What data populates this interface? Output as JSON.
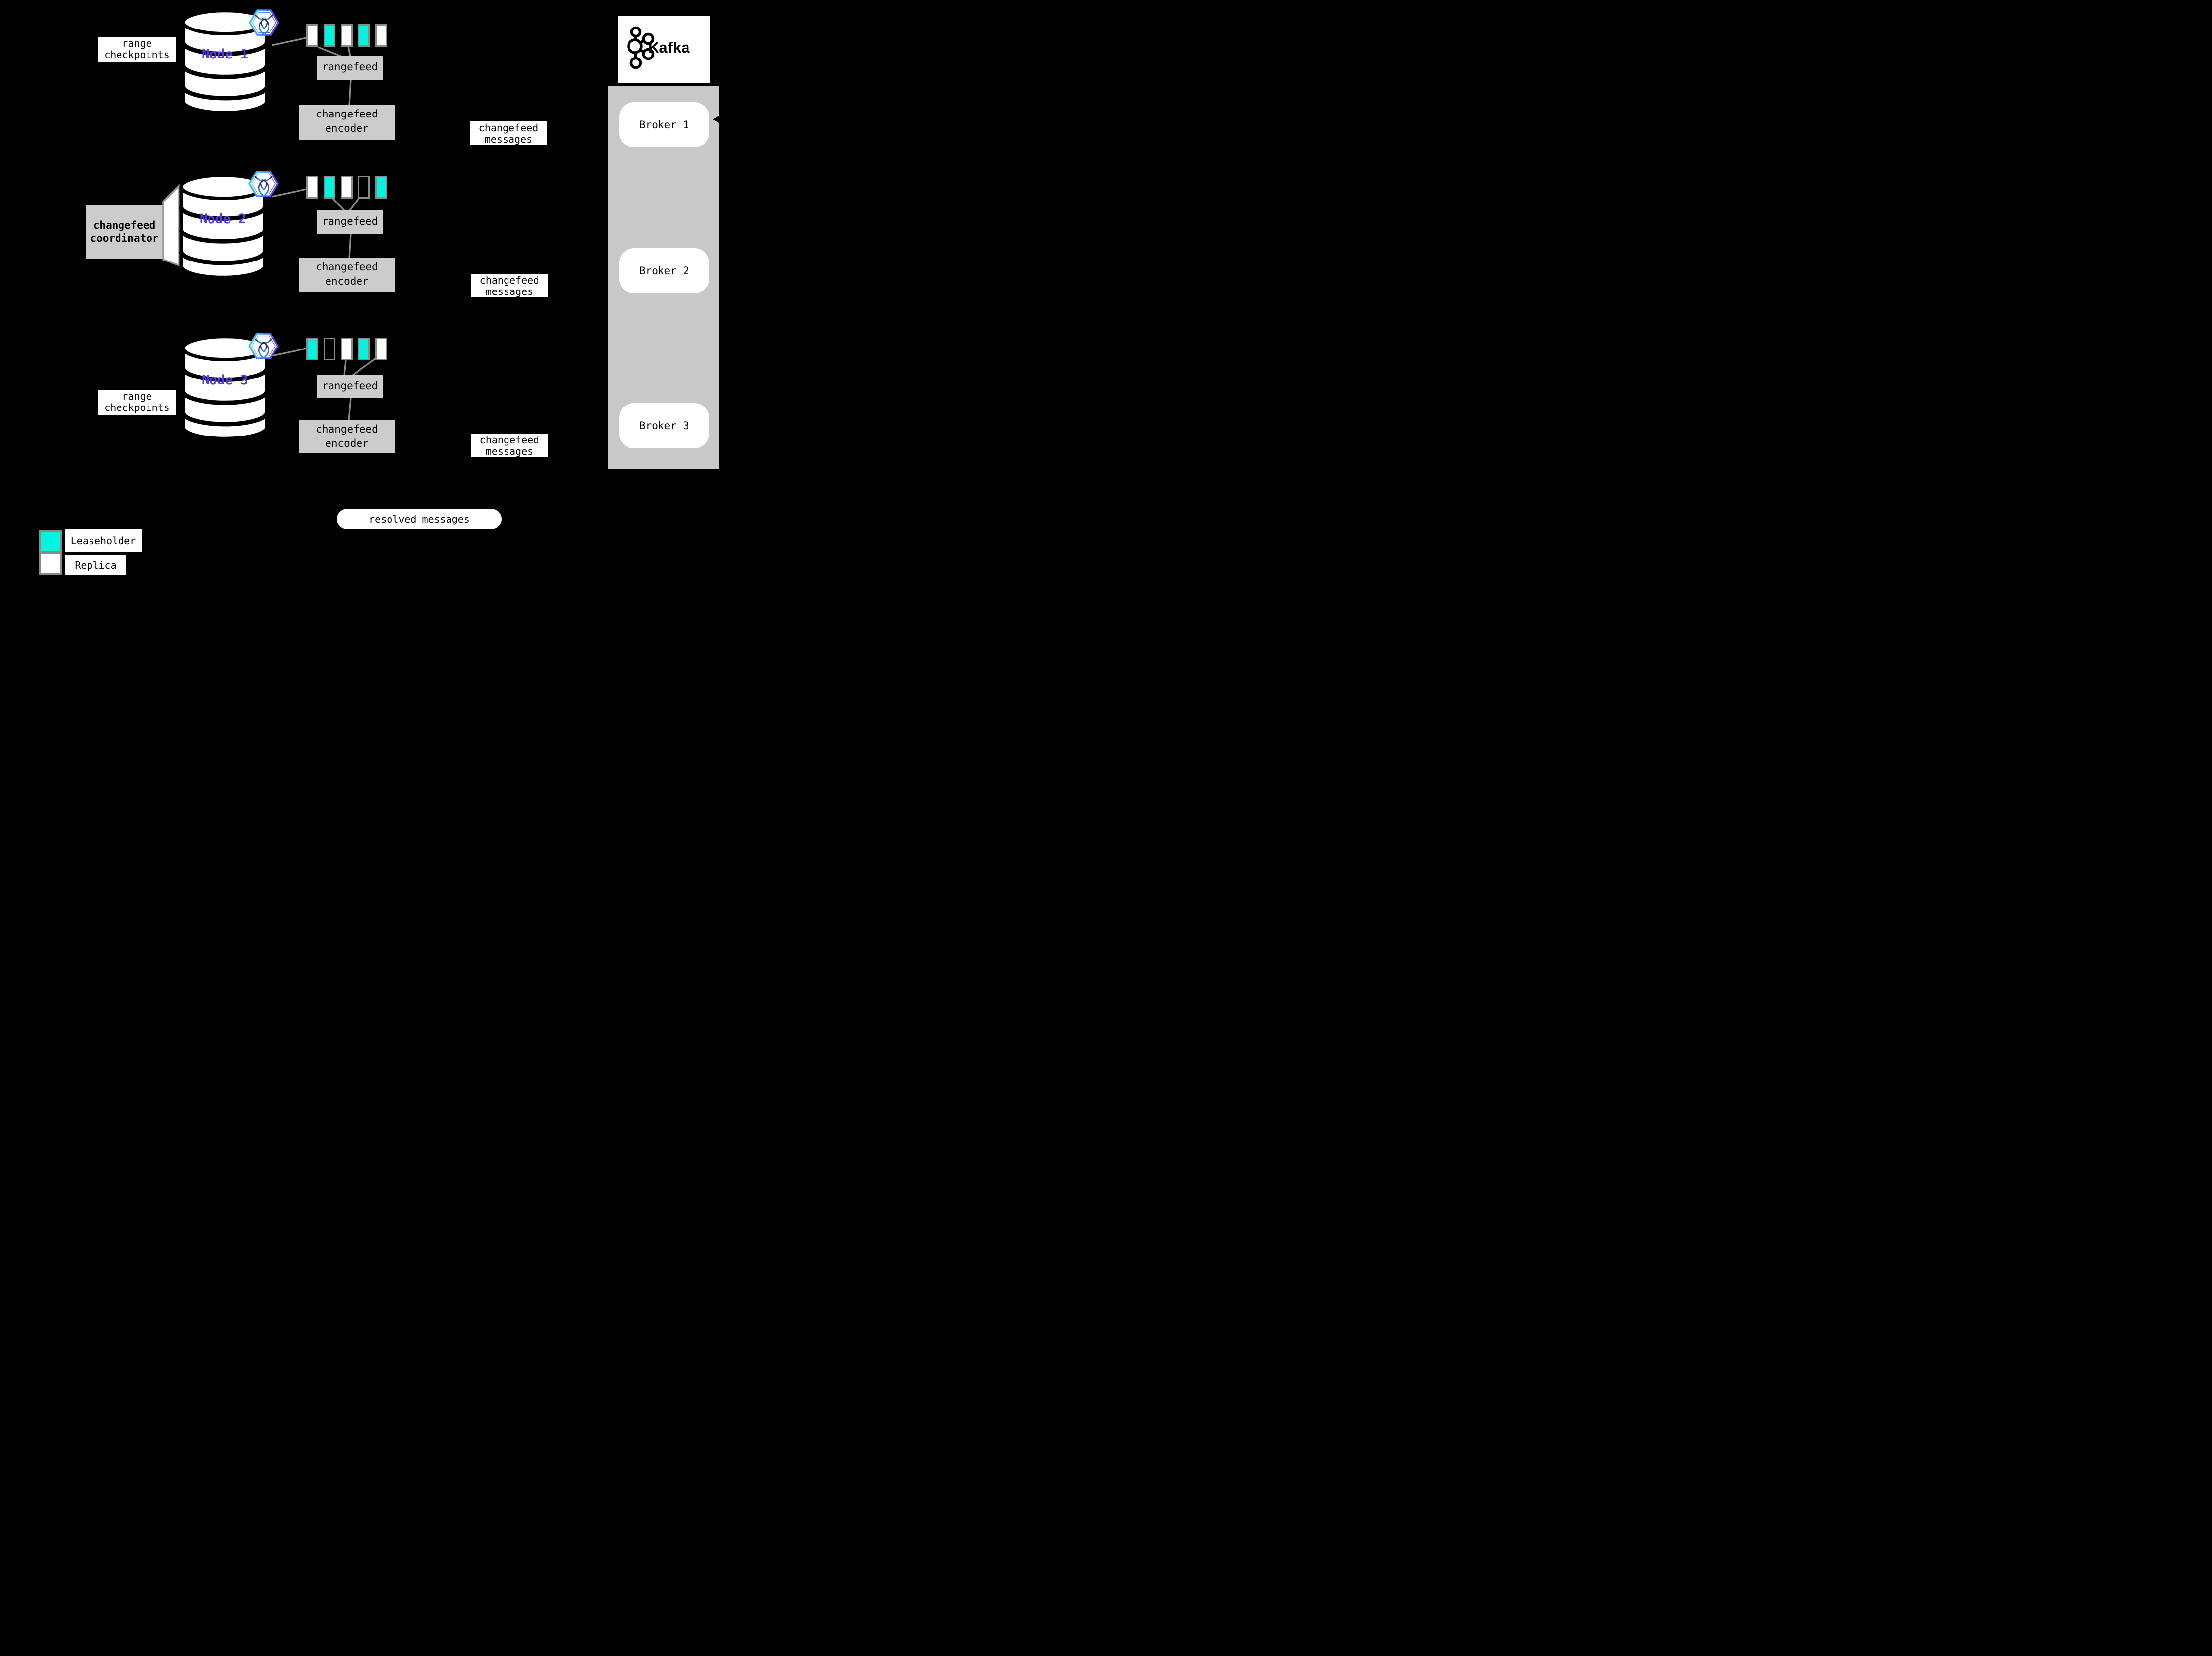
{
  "nodes": [
    {
      "label": "Node 1",
      "rangefeed": "rangefeed",
      "encoder_line1": "changefeed",
      "encoder_line2": "encoder",
      "squares": [
        "replica",
        "leaseholder",
        "replica",
        "leaseholder",
        "replica"
      ]
    },
    {
      "label": "Node 2",
      "rangefeed": "rangefeed",
      "encoder_line1": "changefeed",
      "encoder_line2": "encoder",
      "squares": [
        "replica",
        "leaseholder",
        "replica",
        "empty",
        "leaseholder"
      ]
    },
    {
      "label": "Node 3",
      "rangefeed": "rangefeed",
      "encoder_line1": "changefeed",
      "encoder_line2": "encoder",
      "squares": [
        "leaseholder",
        "empty",
        "replica",
        "leaseholder",
        "replica"
      ]
    }
  ],
  "labels": {
    "range_checkpoints_line1": "range",
    "range_checkpoints_line2": "checkpoints",
    "coordinator_line1": "changefeed",
    "coordinator_line2": "coordinator",
    "messages_line1": "changefeed",
    "messages_line2": "messages",
    "resolved": "resolved messages"
  },
  "kafka": {
    "title": "Kafka",
    "brokers": [
      {
        "label": "Broker 1"
      },
      {
        "label": "Broker 2"
      },
      {
        "label": "Broker 3"
      }
    ]
  },
  "legend": [
    {
      "type": "leaseholder",
      "label": "Leaseholder"
    },
    {
      "type": "replica",
      "label": "Replica"
    }
  ],
  "colors": {
    "background": "#000000",
    "leaseholder": "#00F5E0",
    "replica": "#FFFFFF",
    "node_label": "#5B36F0",
    "box_gray": "#CCCCCC",
    "container_gray": "#C8C8C8",
    "line_gray": "#8A8A8A",
    "hex_border_start": "#35D6F4",
    "hex_border_end": "#5B3CF0"
  }
}
